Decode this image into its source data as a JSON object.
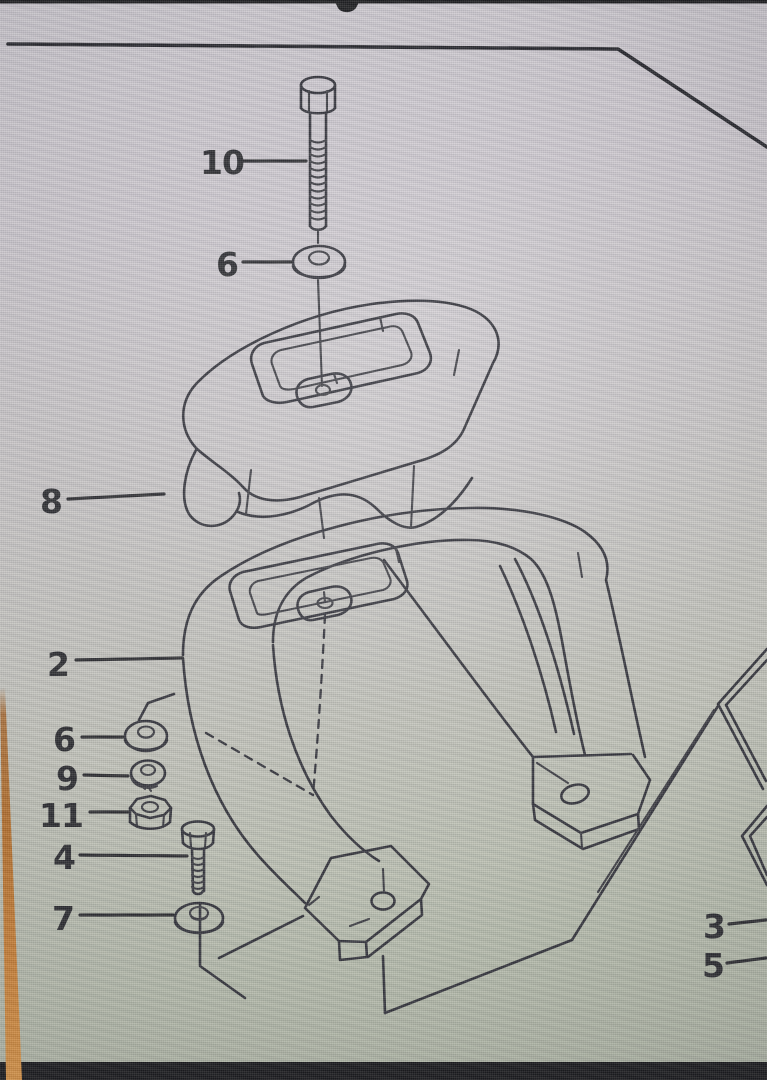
{
  "diagram": {
    "callouts": [
      {
        "id": "10",
        "label": "10"
      },
      {
        "id": "6-top",
        "label": "6"
      },
      {
        "id": "8",
        "label": "8"
      },
      {
        "id": "2",
        "label": "2"
      },
      {
        "id": "6-left",
        "label": "6"
      },
      {
        "id": "9",
        "label": "9"
      },
      {
        "id": "11",
        "label": "11"
      },
      {
        "id": "4",
        "label": "4"
      },
      {
        "id": "7",
        "label": "7"
      },
      {
        "id": "3",
        "label": "3"
      },
      {
        "id": "5",
        "label": "5"
      }
    ]
  },
  "colors": {
    "accent_orange": "#c87a2b",
    "line": "#2c2c31",
    "screen_top": "#c9c5cb",
    "screen_bottom": "#afb6a4",
    "bezel": "#101012"
  }
}
